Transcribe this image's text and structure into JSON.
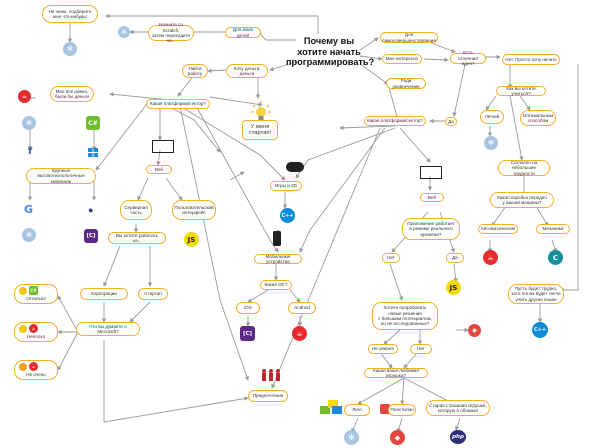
{
  "title": "Почему вы\nхотите начать\nпрограммировать?",
  "start_label": "У меня\nстартап!",
  "nodes": {
    "dont_know": "Не знаю, подберите\nмне что-нибудь!",
    "started_scratch": "Начните со Scratch,\nзатем переходите на...",
    "for_kids": "Для моих детей",
    "self_improve": "Для самосовершенствования",
    "interesting": "Мне интересно",
    "have_idea": "Есть отличная идея?",
    "yes_idea": "Да",
    "no_idea": "Нет. Просто хочу начать",
    "entertainment": "Ради развлечения",
    "want_money": "Хочу деньги,\nденьги",
    "get_job": "Найти\nработу",
    "which_platform_left": "Какая платформа/сектор?",
    "think_rich": "Мне всё равно,\nбыли бы деньги",
    "corporations": "Крупные высокотехнологичные\nкомпании",
    "web_left": "Веб",
    "server_side": "Серверная\nчасть",
    "user_interface": "Пользовательский\nинтерфейс",
    "want_work_in": "Вы хотите работать на...",
    "corporations2": "Корпорации",
    "startup2": "Стартап",
    "what_think_ms": "Что вы думаете о Microsoft?",
    "great": "Отлично!",
    "neutral": "Неплохо",
    "bad": "Не очень",
    "games_3d": "Игры и 3D",
    "mobile": "Мобильные устройства",
    "which_os": "Какая ОС?",
    "ios": "iOS",
    "android": "Android",
    "which_platform_right": "Какая платформа/сектор?",
    "web_right": "Веб",
    "realtime_q": "Приложение работает\nв режиме реального\nвремени?",
    "no_rt": "Нет",
    "yes_rt": "Да",
    "new_solutions": "Хотите попробовать\nновые решения\nс большим потенциалом,\nно не исследованные?",
    "no_sure": "Не уверен",
    "no2": "Нет",
    "fav_toy": "Какая ваша любимая игрушка?",
    "lego": "Лего",
    "playdough": "Пластилин",
    "old_toy": "Старая страшная игрушка,\nкоторую я обожаю!",
    "preferences": "Предпочтения",
    "which_easier": "Как вы хотите учиться?",
    "easy_way": "Лёгкий",
    "best_way": "Оптимальным\nспособом",
    "not_afraid": "Согласен на небольшие\nтрудности",
    "which_car": "Какая коробка передач\nу вашей машины?",
    "auto": "Автоматическая",
    "manual": "Механика",
    "hard_way": "Пусть будет трудно,\nзато потом будет легче\nучить другие языки",
    "yes_small": "Да"
  },
  "icons": {
    "python": "python-icon",
    "java": "java-icon",
    "csharp": "C#",
    "cpp": "C++",
    "c": "C",
    "js": "JS",
    "objc": "[C]",
    "php": "php",
    "ruby": "ruby-icon",
    "windows": "windows-icon",
    "apple": "apple-icon",
    "facebook": "f",
    "google": "G"
  },
  "colors": {
    "node_border": "#f6ae2d",
    "line": "#9a9a9a",
    "python_blue": "#a9c4e3",
    "java_red": "#e52b2b",
    "csharp_green": "#6dbd2d",
    "cpp_blue": "#0f8bd6",
    "c_teal": "#1a8f9c",
    "js_yellow": "#f5d90a",
    "objc_purple": "#5b2a86",
    "php_navy": "#2b2f7e",
    "ruby_red": "#e2473f"
  }
}
